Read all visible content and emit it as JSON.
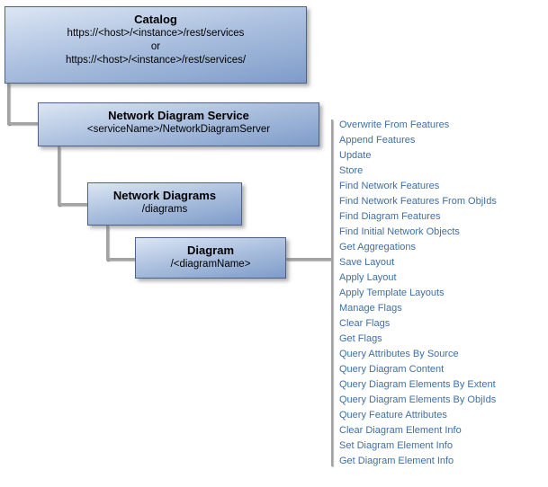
{
  "catalog": {
    "title": "Catalog",
    "line1": "https://<host>/<instance>/rest/services",
    "line2": "or",
    "line3": "https://<host>/<instance>/rest/services/"
  },
  "service": {
    "title": "Network Diagram Service",
    "subtitle": "<serviceName>/NetworkDiagramServer"
  },
  "diagrams": {
    "title": "Network Diagrams",
    "subtitle": "/diagrams"
  },
  "diagram": {
    "title": "Diagram",
    "subtitle": "/<diagramName>"
  },
  "operations": [
    "Overwrite From Features",
    "Append Features",
    "Update",
    "Store",
    "Find Network Features",
    "Find Network Features From ObjIds",
    "Find Diagram Features",
    "Find Initial Network Objects",
    "Get Aggregations",
    "Save Layout",
    "Apply Layout",
    "Apply Template Layouts",
    "Manage Flags",
    "Clear Flags",
    "Get Flags",
    "Query Attributes By Source",
    "Query Diagram Content",
    "Query Diagram Elements By Extent",
    "Query Diagram Elements By ObjIds",
    "Query Feature Attributes",
    "Clear Diagram Element Info",
    "Set Diagram Element Info",
    "Get Diagram Element Info"
  ],
  "colors": {
    "box_gradient_top": "#dce6f4",
    "box_gradient_bottom": "#7e9cc9",
    "box_border": "#4f6285",
    "connector": "#a3a3a3",
    "link_text": "#3f6fa3"
  }
}
